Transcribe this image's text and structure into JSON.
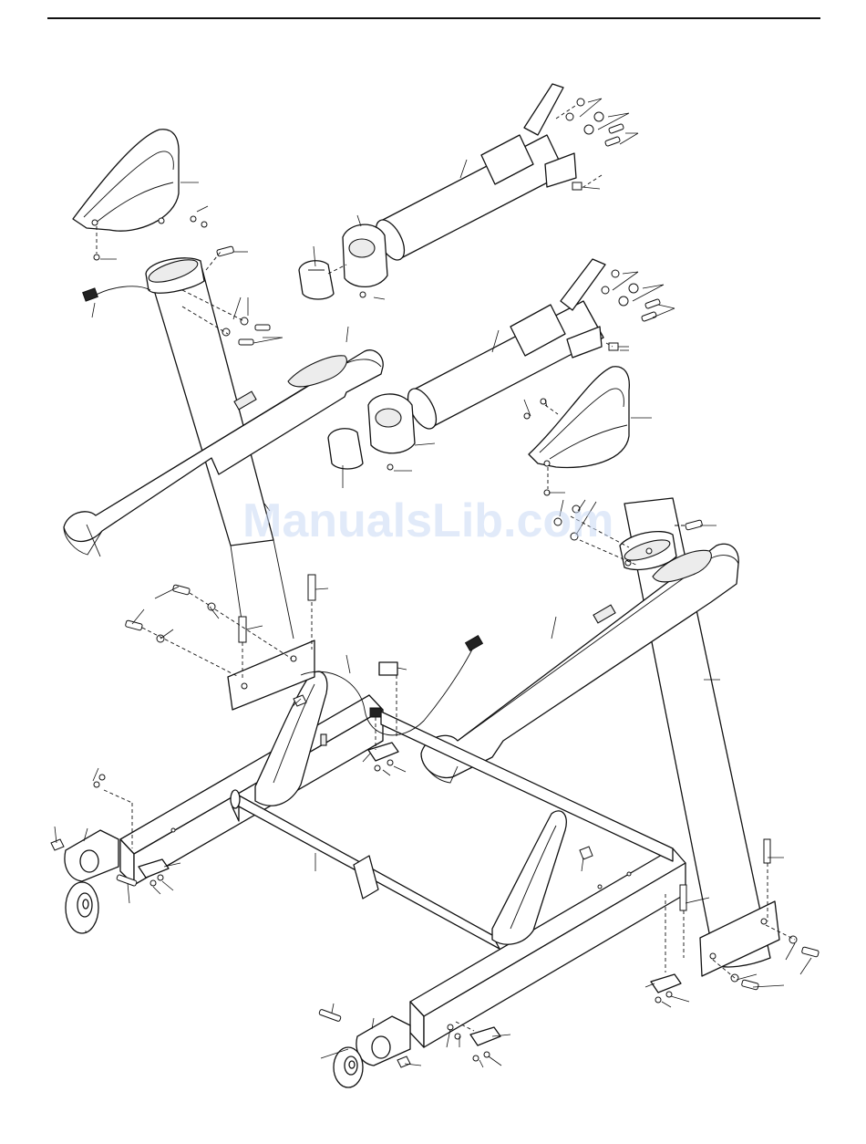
{
  "watermark": {
    "text": "ManualsLib.com",
    "color": "#c9d9f5"
  },
  "colors": {
    "line": "#111111",
    "background": "#ffffff"
  },
  "assemblies": [
    "left-upright",
    "right-upright",
    "left-handrail",
    "right-handrail",
    "left-handlebar-tube",
    "right-handlebar-tube",
    "left-handlebar-cover",
    "right-handlebar-cover",
    "base-frame",
    "front-wheels",
    "wire-harnesses"
  ]
}
